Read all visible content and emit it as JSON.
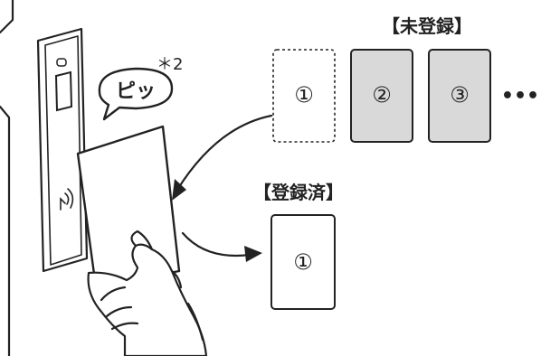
{
  "sound": {
    "text": "ピッ",
    "note": "＊2"
  },
  "unregistered": {
    "title": "【未登録】",
    "cards": [
      "①",
      "②",
      "③"
    ],
    "ellipsis": "•••"
  },
  "registered": {
    "title": "【登録済】",
    "cards": [
      "①"
    ]
  },
  "colors": {
    "line": "#222222",
    "card_fill": "#d9d9d9",
    "background": "#ffffff"
  }
}
